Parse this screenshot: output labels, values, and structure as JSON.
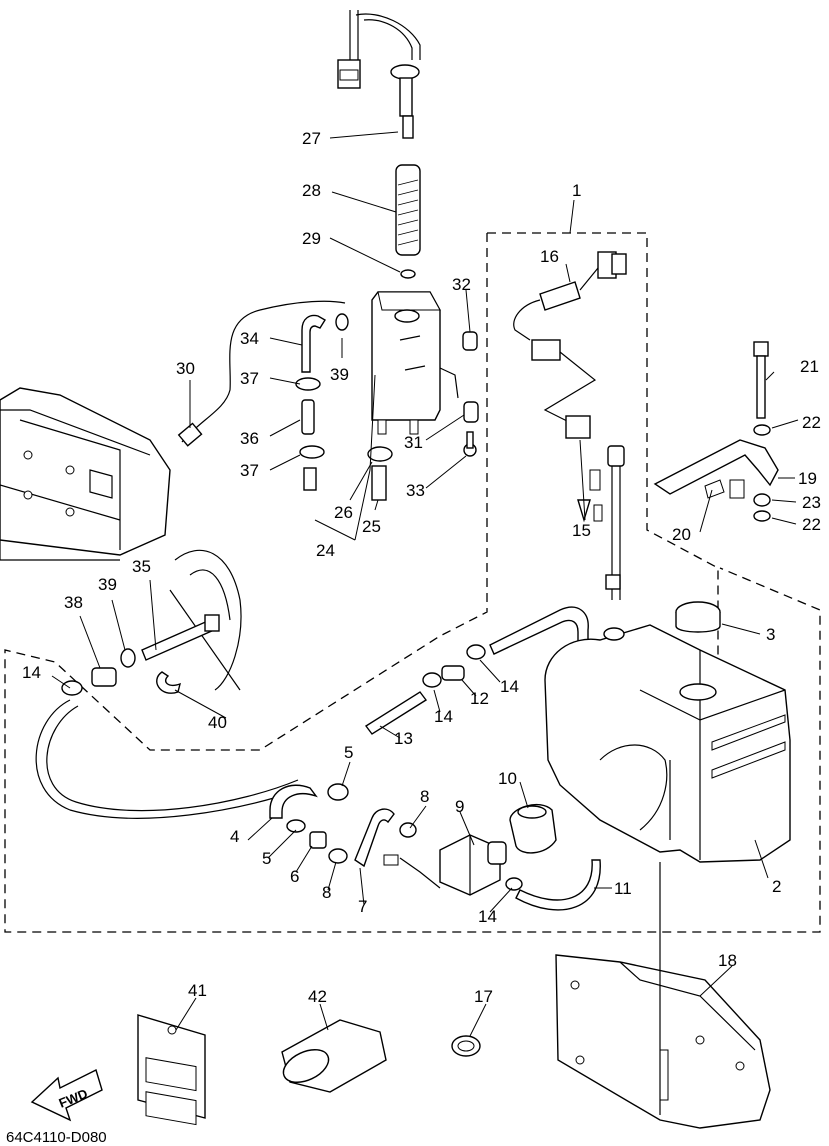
{
  "diagram": {
    "footer_code": "64C4110-D080",
    "fwd_label": "FWD",
    "callouts": {
      "c1": "1",
      "c2": "2",
      "c3": "3",
      "c4": "4",
      "c5a": "5",
      "c5b": "5",
      "c6": "6",
      "c7": "7",
      "c8a": "8",
      "c8b": "8",
      "c9": "9",
      "c10": "10",
      "c11": "11",
      "c12": "12",
      "c13": "13",
      "c14a": "14",
      "c14b": "14",
      "c14c": "14",
      "c14d": "14",
      "c15": "15",
      "c16": "16",
      "c17": "17",
      "c18": "18",
      "c19": "19",
      "c20": "20",
      "c21": "21",
      "c22a": "22",
      "c22b": "22",
      "c23": "23",
      "c24": "24",
      "c25": "25",
      "c26": "26",
      "c27": "27",
      "c28": "28",
      "c29": "29",
      "c30": "30",
      "c31": "31",
      "c32": "32",
      "c33": "33",
      "c34": "34",
      "c35": "35",
      "c36": "36",
      "c37a": "37",
      "c37b": "37",
      "c38": "38",
      "c39a": "39",
      "c39b": "39",
      "c40": "40",
      "c41": "41",
      "c42": "42"
    }
  }
}
